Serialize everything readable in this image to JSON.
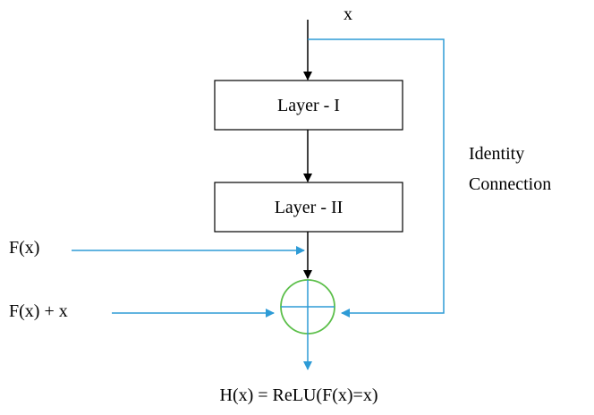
{
  "input": {
    "label": "x"
  },
  "layers": [
    {
      "label": "Layer - I"
    },
    {
      "label": "Layer - II"
    }
  ],
  "identity": {
    "line1": "Identity",
    "line2": "Connection"
  },
  "fx": {
    "label": "F(x)"
  },
  "fx_plus_x": {
    "label": "F(x) + x"
  },
  "output": {
    "label": "H(x) = ReLU(F(x)=x)"
  },
  "colors": {
    "main_arrow": "#000000",
    "skip_arrow": "#2e9bd6",
    "adder_circle": "#5cbf4a",
    "adder_cross": "#2e9bd6",
    "box_border": "#000000"
  }
}
